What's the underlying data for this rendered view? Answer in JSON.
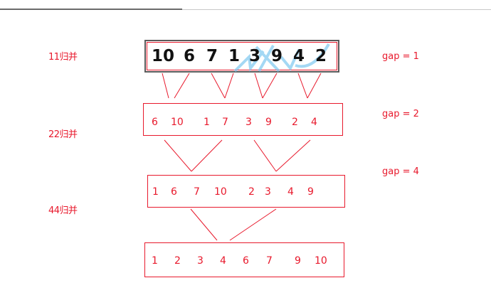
{
  "row0": {
    "values": [
      "10",
      "6",
      "7",
      "1",
      "3",
      "9",
      "4",
      "2"
    ]
  },
  "row1": {
    "values": [
      "6",
      "10",
      "1",
      "7",
      "3",
      "9",
      "2",
      "4"
    ]
  },
  "row2": {
    "values": [
      "1",
      "6",
      "7",
      "10",
      "2",
      "3",
      "4",
      "9"
    ]
  },
  "row3": {
    "values": [
      "1",
      "2",
      "3",
      "4",
      "6",
      "7",
      "9",
      "10"
    ]
  },
  "labels": {
    "merge11": "11归并",
    "merge22": "22归并",
    "merge44": "44归并"
  },
  "gaps": {
    "g1": "gap = 1",
    "g2": "gap = 2",
    "g4": "gap = 4"
  },
  "colors": {
    "accent": "#e8192c",
    "watermark": "#7ec8f0"
  }
}
